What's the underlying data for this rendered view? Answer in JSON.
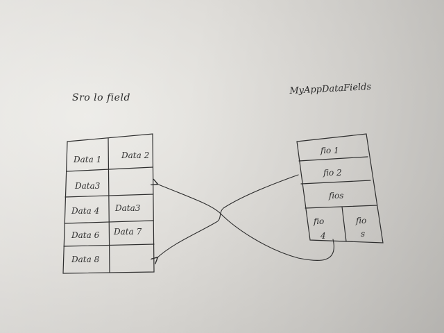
{
  "left_table": {
    "title": "Sro lo field",
    "rows": [
      [
        "Data 1",
        "Data 2"
      ],
      [
        "Data3",
        ""
      ],
      [
        "Data 4",
        "Data3"
      ],
      [
        "Data 6",
        "Data 7"
      ],
      [
        "Data 8",
        ""
      ]
    ]
  },
  "right_table": {
    "title": "MyAppDataFields",
    "rows": [
      "fio 1",
      "fio 2",
      "fios"
    ],
    "bottom_cells": [
      {
        "top": "fio",
        "bottom": "4"
      },
      {
        "top": "fio",
        "bottom": "s"
      }
    ]
  },
  "colors": {
    "ink": "#2e2e2e",
    "paper": "#e4e2de"
  }
}
